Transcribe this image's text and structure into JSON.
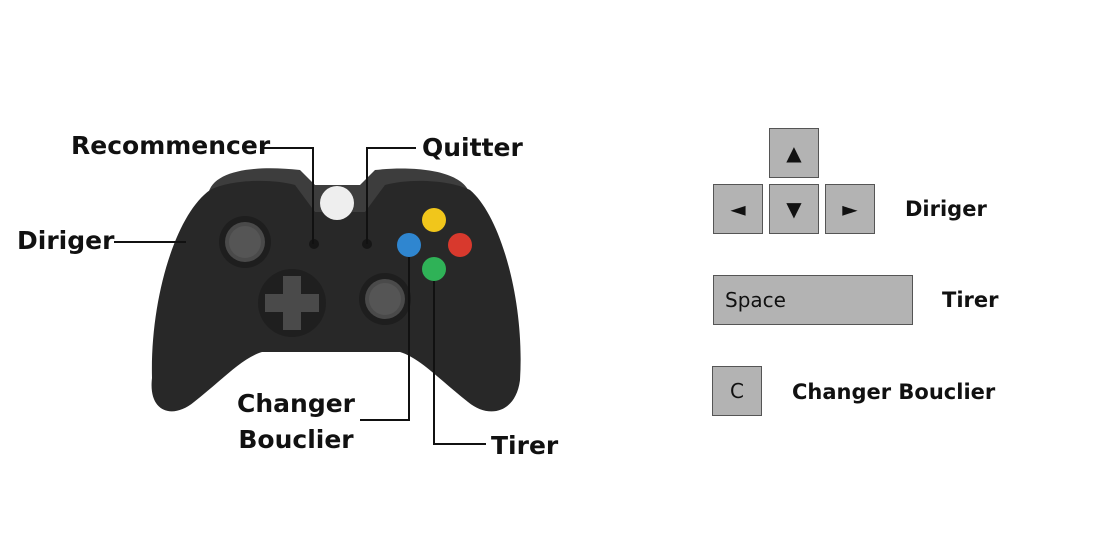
{
  "controller": {
    "labels": {
      "restart": "Recommencer",
      "quit": "Quitter",
      "steer": "Diriger",
      "shield_line1": "Changer",
      "shield_line2": "Bouclier",
      "fire": "Tirer"
    },
    "colors": {
      "body": "#282828",
      "top": "#3d3d3d",
      "button_yellow": "#f1c61b",
      "button_red": "#d8392d",
      "button_blue": "#2f86d0",
      "button_green": "#2fb257",
      "home": "#eeeeee"
    }
  },
  "keyboard": {
    "arrows": {
      "up": "▲",
      "left": "◄",
      "down": "▼",
      "right": "►"
    },
    "steer_label": "Diriger",
    "space_key": "Space",
    "fire_label": "Tirer",
    "c_key": "C",
    "shield_label": "Changer Bouclier",
    "key_color": "#b3b3b3"
  }
}
